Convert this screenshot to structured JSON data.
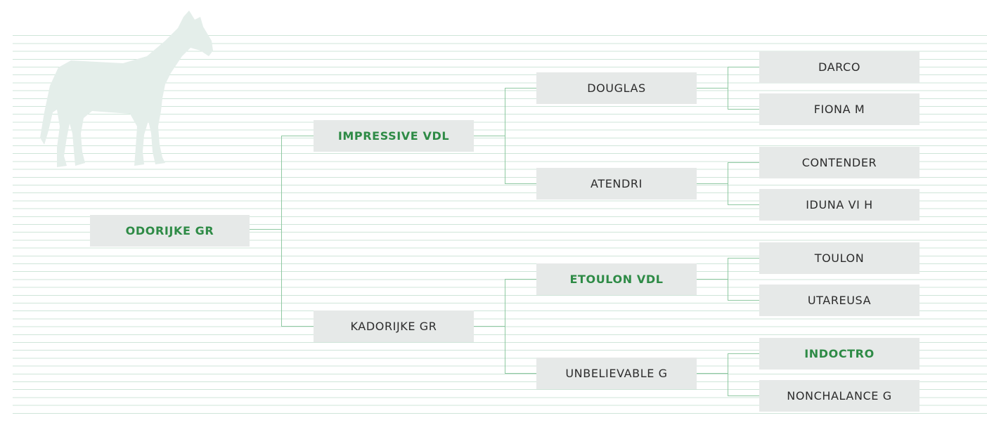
{
  "pedigree": {
    "horse": {
      "name": "ODORIJKE GR",
      "highlight": true
    },
    "sire": {
      "name": "IMPRESSIVE VDL",
      "highlight": true
    },
    "dam": {
      "name": "KADORIJKE GR",
      "highlight": false
    },
    "sire_sire": {
      "name": "DOUGLAS",
      "highlight": false
    },
    "sire_dam": {
      "name": "ATENDRI",
      "highlight": false
    },
    "dam_sire": {
      "name": "ETOULON VDL",
      "highlight": true
    },
    "dam_dam": {
      "name": "UNBELIEVABLE G",
      "highlight": false
    },
    "sss": {
      "name": "DARCO",
      "highlight": false
    },
    "ssd": {
      "name": "FIONA M",
      "highlight": false
    },
    "sds": {
      "name": "CONTENDER",
      "highlight": false
    },
    "sdd": {
      "name": "IDUNA VI H",
      "highlight": false
    },
    "dss": {
      "name": "TOULON",
      "highlight": false
    },
    "dsd": {
      "name": "UTAREUSA",
      "highlight": false
    },
    "dds": {
      "name": "INDOCTRO",
      "highlight": true
    },
    "ddd": {
      "name": "NONCHALANCE G",
      "highlight": false
    }
  },
  "colors": {
    "highlight": "#2e8b46",
    "box_bg": "#e6e9e8",
    "line": "#cfe5d9",
    "connector": "#8fc9a2"
  },
  "icons": {
    "watermark": "horse-silhouette-icon"
  }
}
